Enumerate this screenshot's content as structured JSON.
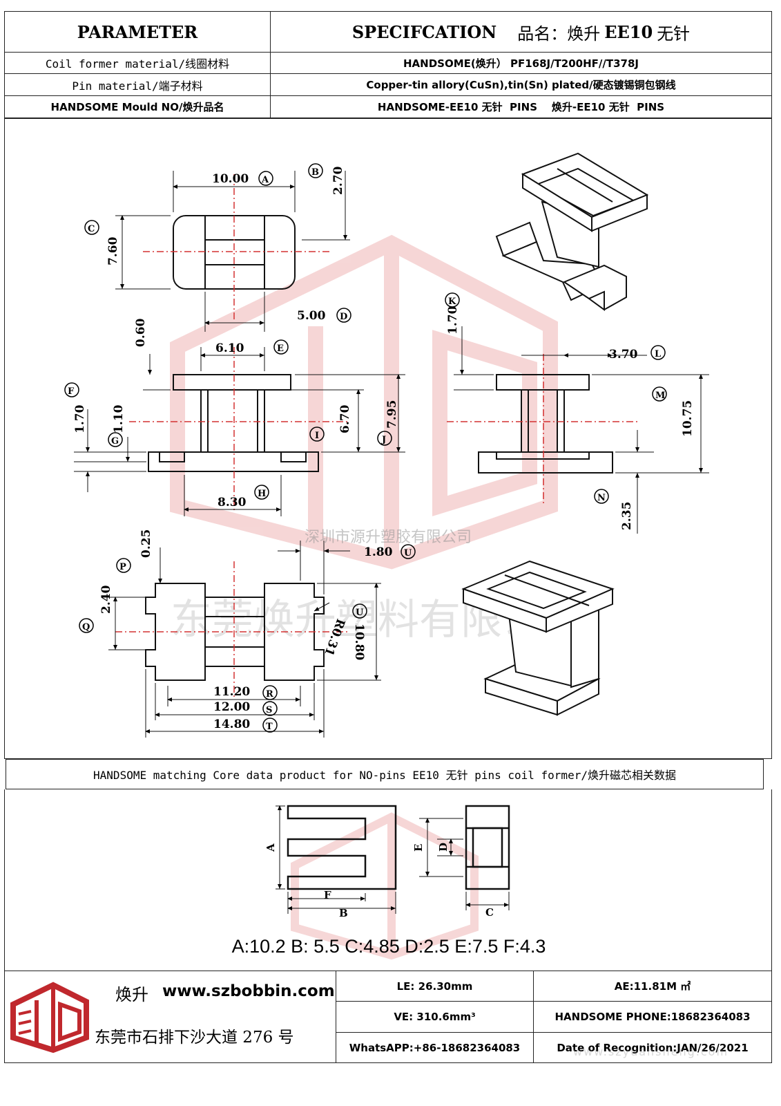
{
  "header": {
    "parameter_label": "PARAMETER",
    "spec_label": "SPECIFCATION",
    "product_name_prefix": "品名：焕升",
    "product_name_model": "EE10",
    "product_name_suffix": "无针"
  },
  "rows": [
    {
      "param": "Coil former material/线圈材料",
      "spec": "HANDSOME(焕升）  PF168J/T200HF//T378J"
    },
    {
      "param": "Pin material/端子材料",
      "spec": "Copper-tin allory(CuSn),tin(Sn) plated/硬态镀锡铜包钢线"
    },
    {
      "param": "HANDSOME Mould NO/焕升品名",
      "spec": "HANDSOME-EE10 无针  PINS    焕升-EE10 无针  PINS"
    }
  ],
  "drawing": {
    "dims": {
      "A": "10.00",
      "B": "2.70",
      "C": "7.60",
      "D": "5.00",
      "E": "6.10",
      "F": "1.70",
      "G": "1.10",
      "H": "8.30",
      "I": "6.70",
      "J": "7.95",
      "K": "1.70",
      "L": "3.70",
      "M": "10.75",
      "N": "2.35",
      "P": "0.25",
      "Q": "2.40",
      "R": "11.20",
      "S": "12.00",
      "T": "14.80",
      "U": "1.80",
      "V": "10.80",
      "gap060": "0.60",
      "radius": "R0.31"
    },
    "letters": {
      "A": "A",
      "B": "B",
      "C": "C",
      "D": "D",
      "E": "E",
      "F": "F",
      "G": "G",
      "H": "H",
      "I": "I",
      "J": "J",
      "K": "K",
      "L": "L",
      "M": "M",
      "N": "N",
      "P": "P",
      "Q": "Q",
      "R": "R",
      "S": "S",
      "T": "T",
      "U": "U",
      "V": "U"
    },
    "watermark_company1": "深圳市源升塑胶有限公司",
    "watermark_company2": "东莞焕升塑料有限公司"
  },
  "core": {
    "band_text": "HANDSOME matching Core data  product for NO-pins EE10 无针 pins coil former/焕升磁芯相关数据",
    "labels": {
      "A": "A",
      "B": "B",
      "C": "C",
      "D": "D",
      "E": "E",
      "F": "F"
    },
    "data_line": "A:10.2 B: 5.5 C:4.85 D:2.5 E:7.5 F:4.3"
  },
  "footer": {
    "brand": "焕升",
    "website": "www.szbobbin.com",
    "address": "东莞市石排下沙大道 276 号",
    "le": "LE: 26.30mm",
    "ae": "AE:11.81M ㎡",
    "ve": "VE: 310.6mm³",
    "phone": "HANDSOME PHONE:18682364083",
    "whatsapp": "WhatsAPP:+86-18682364083",
    "date": "Date of Recognition:JAN/26/2021",
    "watermark_url": "www.szyuansheng.com"
  },
  "colors": {
    "logo_red": "#c0282d",
    "centerline": "#d43030",
    "watermark_red": "#e8a0a0"
  }
}
